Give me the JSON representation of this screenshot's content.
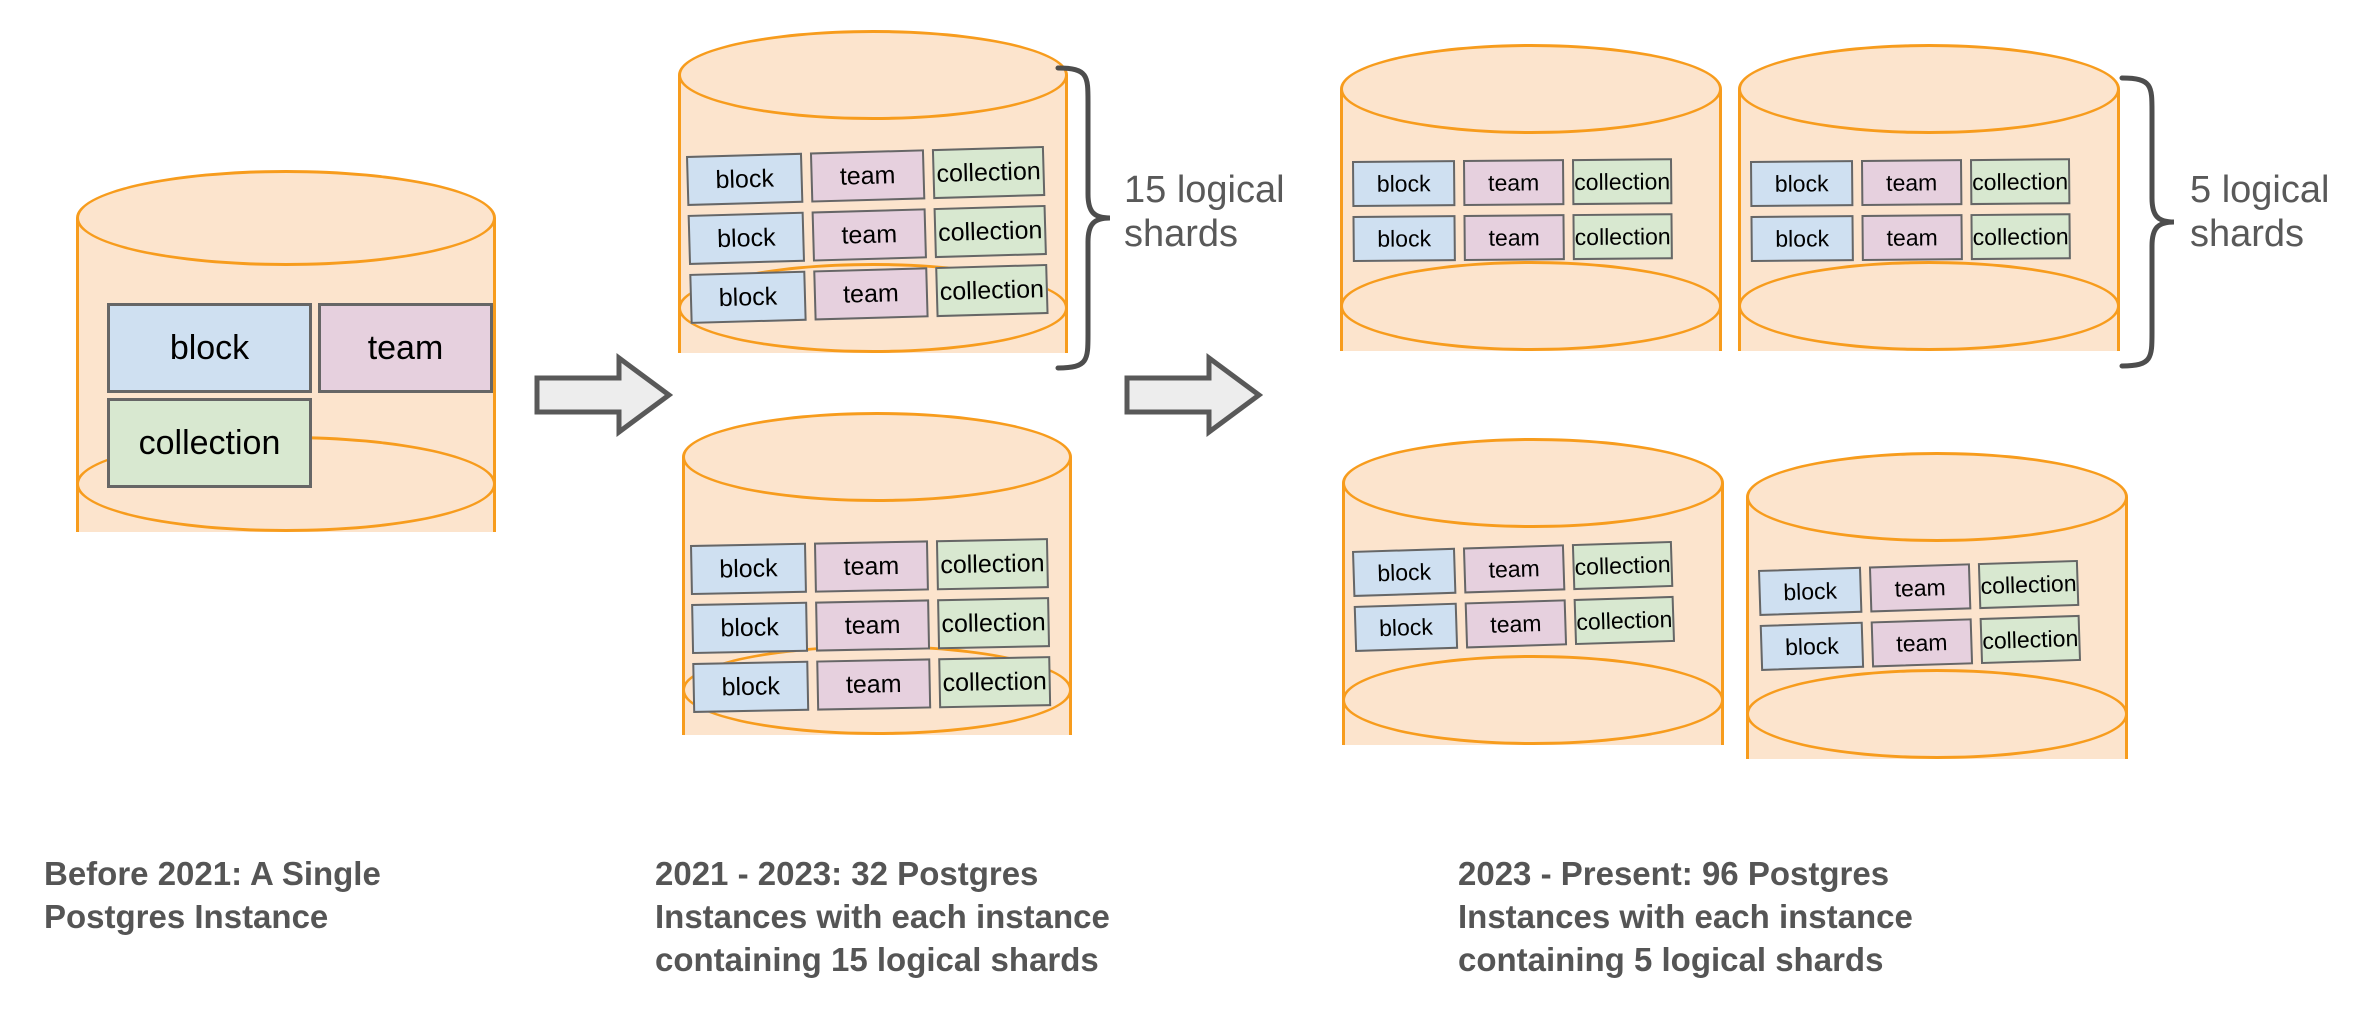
{
  "diagram": {
    "title_implicit": "Notion data sharding evolution",
    "entity_labels": {
      "block": "block",
      "team": "team",
      "collection": "collection"
    },
    "colors": {
      "cylinder_fill": "#fce4cd",
      "cylinder_stroke": "#f79c1d",
      "block_fill": "#cfe0f1",
      "team_fill": "#e6d0de",
      "collection_fill": "#d8e8d0",
      "box_stroke": "#666666",
      "arrow_fill": "#ededed",
      "arrow_stroke": "#595959",
      "text_gray": "#555555",
      "brace_stroke": "#4d4d4d"
    }
  },
  "stages": [
    {
      "id": "before-2021",
      "caption": "Before 2021: A Single\nPostgres Instance",
      "instance_count": 1,
      "shards_per_instance": 0,
      "tables": [
        "block",
        "team",
        "collection"
      ]
    },
    {
      "id": "2021-2023",
      "caption": "2021 - 2023: 32 Postgres\nInstances with each instance\ncontaining 15 logical shards",
      "instance_count": 32,
      "shards_per_instance": 15,
      "brace_label": "15 logical\nshards",
      "tables": [
        "block",
        "team",
        "collection"
      ]
    },
    {
      "id": "2023-present",
      "caption": "2023 - Present: 96 Postgres\nInstances with each instance\ncontaining 5 logical shards",
      "instance_count": 96,
      "shards_per_instance": 5,
      "brace_label": "5 logical\nshards",
      "tables": [
        "block",
        "team",
        "collection"
      ]
    }
  ],
  "shard_rows": {
    "three_row": [
      [
        "block",
        "team",
        "collection"
      ],
      [
        "block",
        "team",
        "collection"
      ],
      [
        "block",
        "team",
        "collection"
      ]
    ],
    "two_row": [
      [
        "block",
        "team",
        "collection"
      ],
      [
        "block",
        "team",
        "collection"
      ]
    ]
  },
  "arrows": [
    {
      "id": "arrow-1",
      "direction": "right"
    },
    {
      "id": "arrow-2",
      "direction": "right"
    }
  ]
}
